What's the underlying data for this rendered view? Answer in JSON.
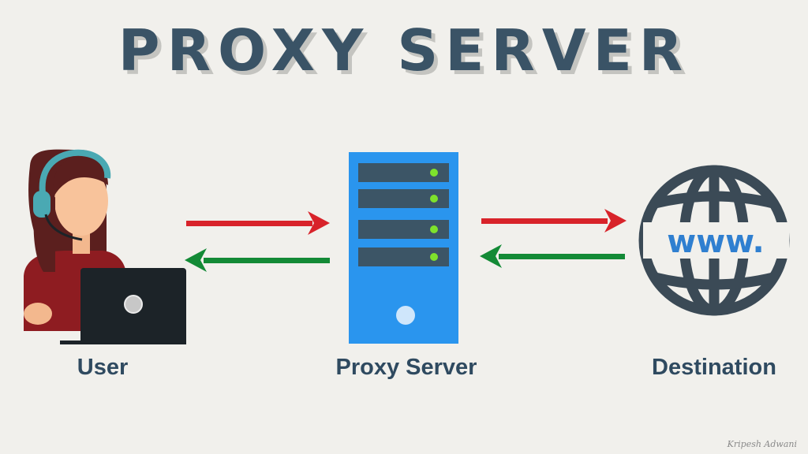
{
  "title": "PROXY SERVER",
  "labels": {
    "user": "User",
    "proxy": "Proxy Server",
    "destination": "Destination"
  },
  "globe_text": "www.",
  "signature": "Kripesh Adwani",
  "colors": {
    "title": "#3a5366",
    "label": "#2f4a60",
    "request_arrow": "#d8232a",
    "response_arrow": "#138a36",
    "server_body": "#2a95ee",
    "server_slot": "#3c5566",
    "server_led": "#7ee22c",
    "globe": "#3b4a56",
    "www": "#2f7fd0",
    "laptop": "#1c2328",
    "shirt": "#8e1c21",
    "hair": "#5b1f1e",
    "headset": "#4aa9b3"
  }
}
